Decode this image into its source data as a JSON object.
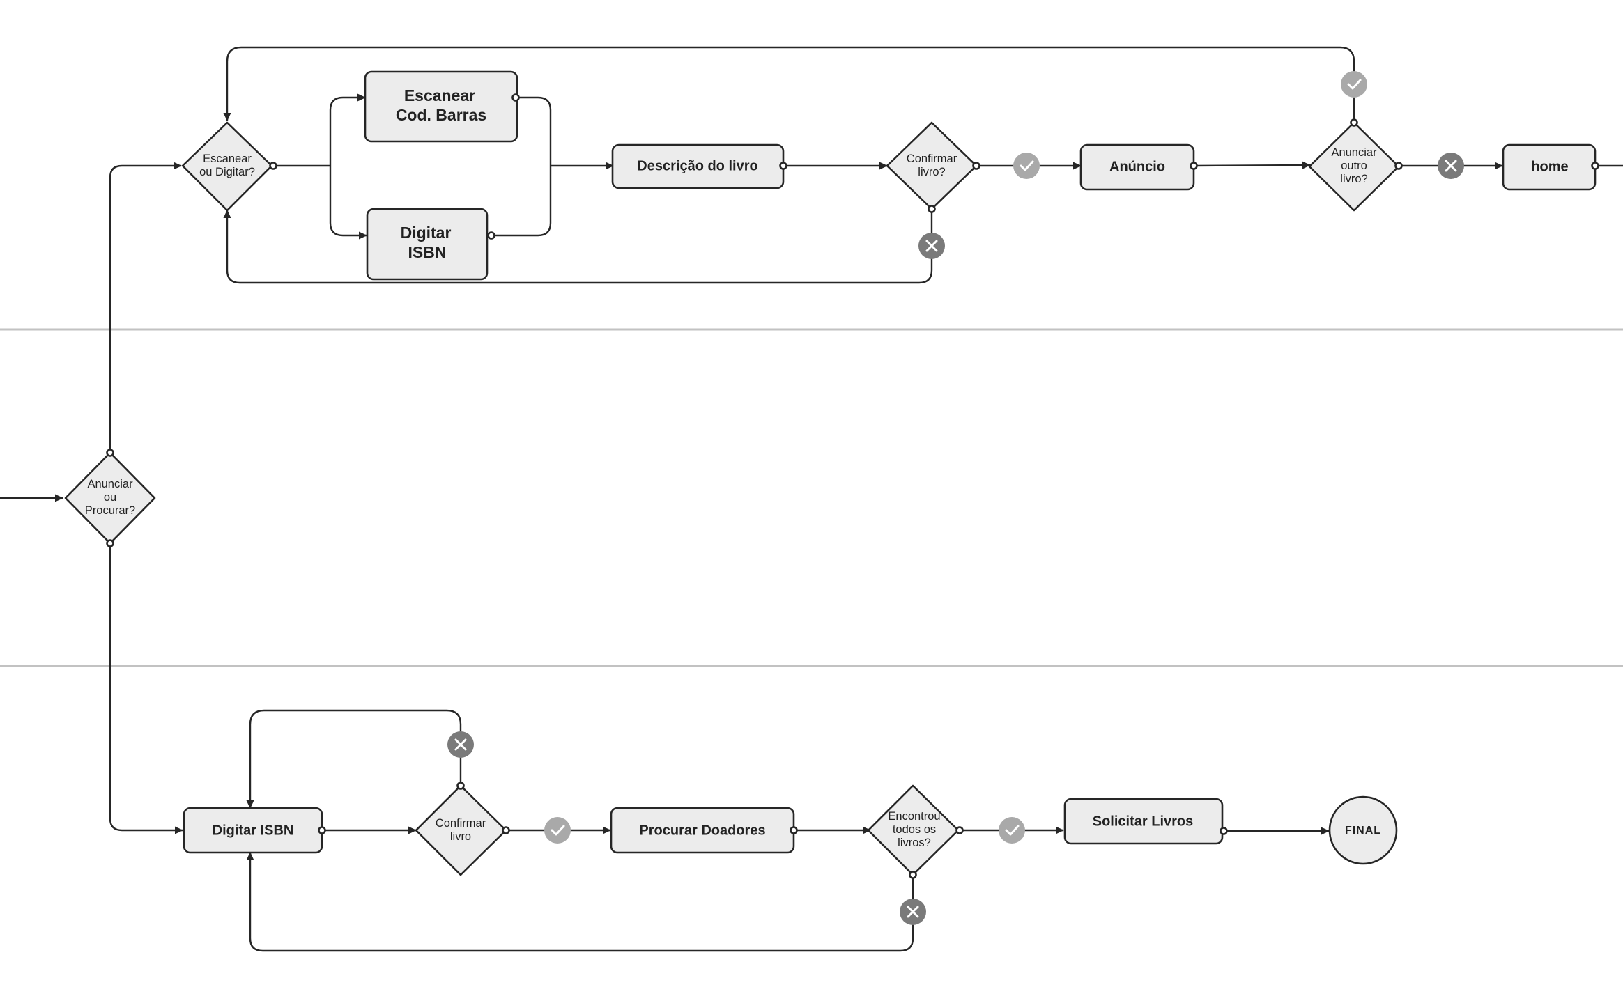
{
  "nodes": {
    "anunciar_procurar": [
      "Anunciar",
      "ou",
      "Procurar?"
    ],
    "escanear_digitar": [
      "Escanear",
      "ou Digitar?"
    ],
    "escanear_cod": [
      "Escanear",
      "Cod. Barras"
    ],
    "digitar_isbn_top": [
      "Digitar",
      "ISBN"
    ],
    "descricao_livro": [
      "Descrição do livro"
    ],
    "confirmar_livro_top": [
      "Confirmar",
      "livro?"
    ],
    "anuncio": [
      "Anúncio"
    ],
    "anunciar_outro": [
      "Anunciar",
      "outro",
      "livro?"
    ],
    "home": [
      "home"
    ],
    "digitar_isbn_bottom": [
      "Digitar ISBN"
    ],
    "confirmar_livro_bottom": [
      "Confirmar",
      "livro"
    ],
    "procurar_doadores": [
      "Procurar Doadores"
    ],
    "encontrou_todos": [
      "Encontrou",
      "todos os",
      "livros?"
    ],
    "solicitar_livros": [
      "Solicitar Livros"
    ],
    "final": [
      "FINAL"
    ]
  },
  "badges": {
    "yes": "check-icon",
    "no": "close-icon"
  },
  "colors": {
    "node_fill": "#ececec",
    "stroke": "#262626",
    "lane_divider": "#c2c2c2",
    "yes_badge": "#a9a9a9",
    "no_badge": "#7a7a7a"
  }
}
